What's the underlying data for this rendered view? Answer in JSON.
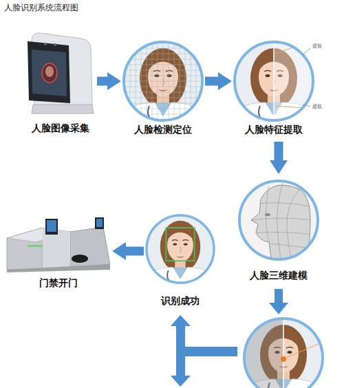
{
  "diagram": {
    "title": "人脸识别系统流程图",
    "nodes": [
      {
        "text": [
          "人脸图像采集"
        ]
      },
      {
        "text": [
          "人脸检测定位"
        ]
      },
      {
        "text": [
          "人脸特征提取"
        ]
      },
      {
        "text": [
          "人脸三维建模"
        ]
      },
      {
        "text": [
          "识别成功"
        ]
      },
      {
        "text": [
          "门禁开门"
        ]
      }
    ],
    "edges": [
      {
        "from": 0,
        "to": 1,
        "arrow": "to"
      },
      {
        "from": 1,
        "to": 2,
        "arrow": "to"
      },
      {
        "from": 2,
        "to": 3,
        "arrow": "to"
      },
      {
        "from": 4,
        "to": 5,
        "arrow": "to"
      }
    ],
    "labels": [
      "提取",
      "提取"
    ]
  }
}
